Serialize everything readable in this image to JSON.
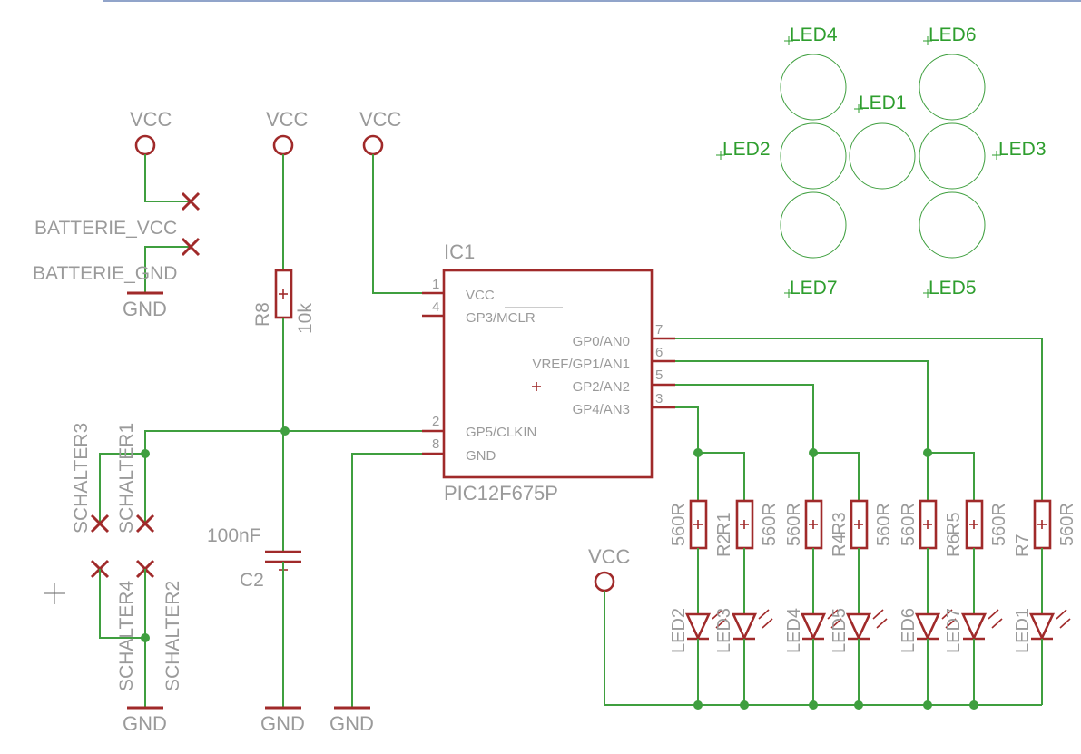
{
  "power_labels": {
    "vcc_1": "VCC",
    "vcc_2": "VCC",
    "vcc_3": "VCC",
    "vcc_4": "VCC",
    "gnd_1": "GND",
    "gnd_2": "GND",
    "gnd_3": "GND",
    "gnd_4": "GND"
  },
  "battery": {
    "vcc_label": "BATTERIE_VCC",
    "gnd_label": "BATTERIE_GND"
  },
  "resistor_r8": {
    "name": "R8",
    "value": "10k"
  },
  "capacitor_c2": {
    "name": "C2",
    "value": "100nF"
  },
  "ic": {
    "name": "IC1",
    "part": "PIC12F675P",
    "pins_left": [
      {
        "num": "1",
        "label": "VCC"
      },
      {
        "num": "4",
        "label": "GP3/MCLR"
      },
      {
        "num": "2",
        "label": "GP5/CLKIN"
      },
      {
        "num": "8",
        "label": "GND"
      }
    ],
    "pins_right": [
      {
        "num": "7",
        "label": "GP0/AN0"
      },
      {
        "num": "6",
        "label": "VREF/GP1/AN1"
      },
      {
        "num": "5",
        "label": "GP2/AN2"
      },
      {
        "num": "3",
        "label": "GP4/AN3"
      }
    ]
  },
  "switches": {
    "s1": "SCHALTER1",
    "s2": "SCHALTER2",
    "s3": "SCHALTER3",
    "s4": "SCHALTER4"
  },
  "led_resistors": [
    {
      "name": "R1",
      "value": "560R"
    },
    {
      "name": "R2",
      "value": "560R"
    },
    {
      "name": "R3",
      "value": "560R"
    },
    {
      "name": "R4",
      "value": "560R"
    },
    {
      "name": "R5",
      "value": "560R"
    },
    {
      "name": "R6",
      "value": "560R"
    },
    {
      "name": "R7",
      "value": "560R"
    }
  ],
  "leds": [
    "LED2",
    "LED3",
    "LED4",
    "LED5",
    "LED6",
    "LED7",
    "LED1"
  ],
  "board_layout": {
    "led1": "LED1",
    "led2": "LED2",
    "led3": "LED3",
    "led4": "LED4",
    "led5": "LED5",
    "led6": "LED6",
    "led7": "LED7"
  }
}
